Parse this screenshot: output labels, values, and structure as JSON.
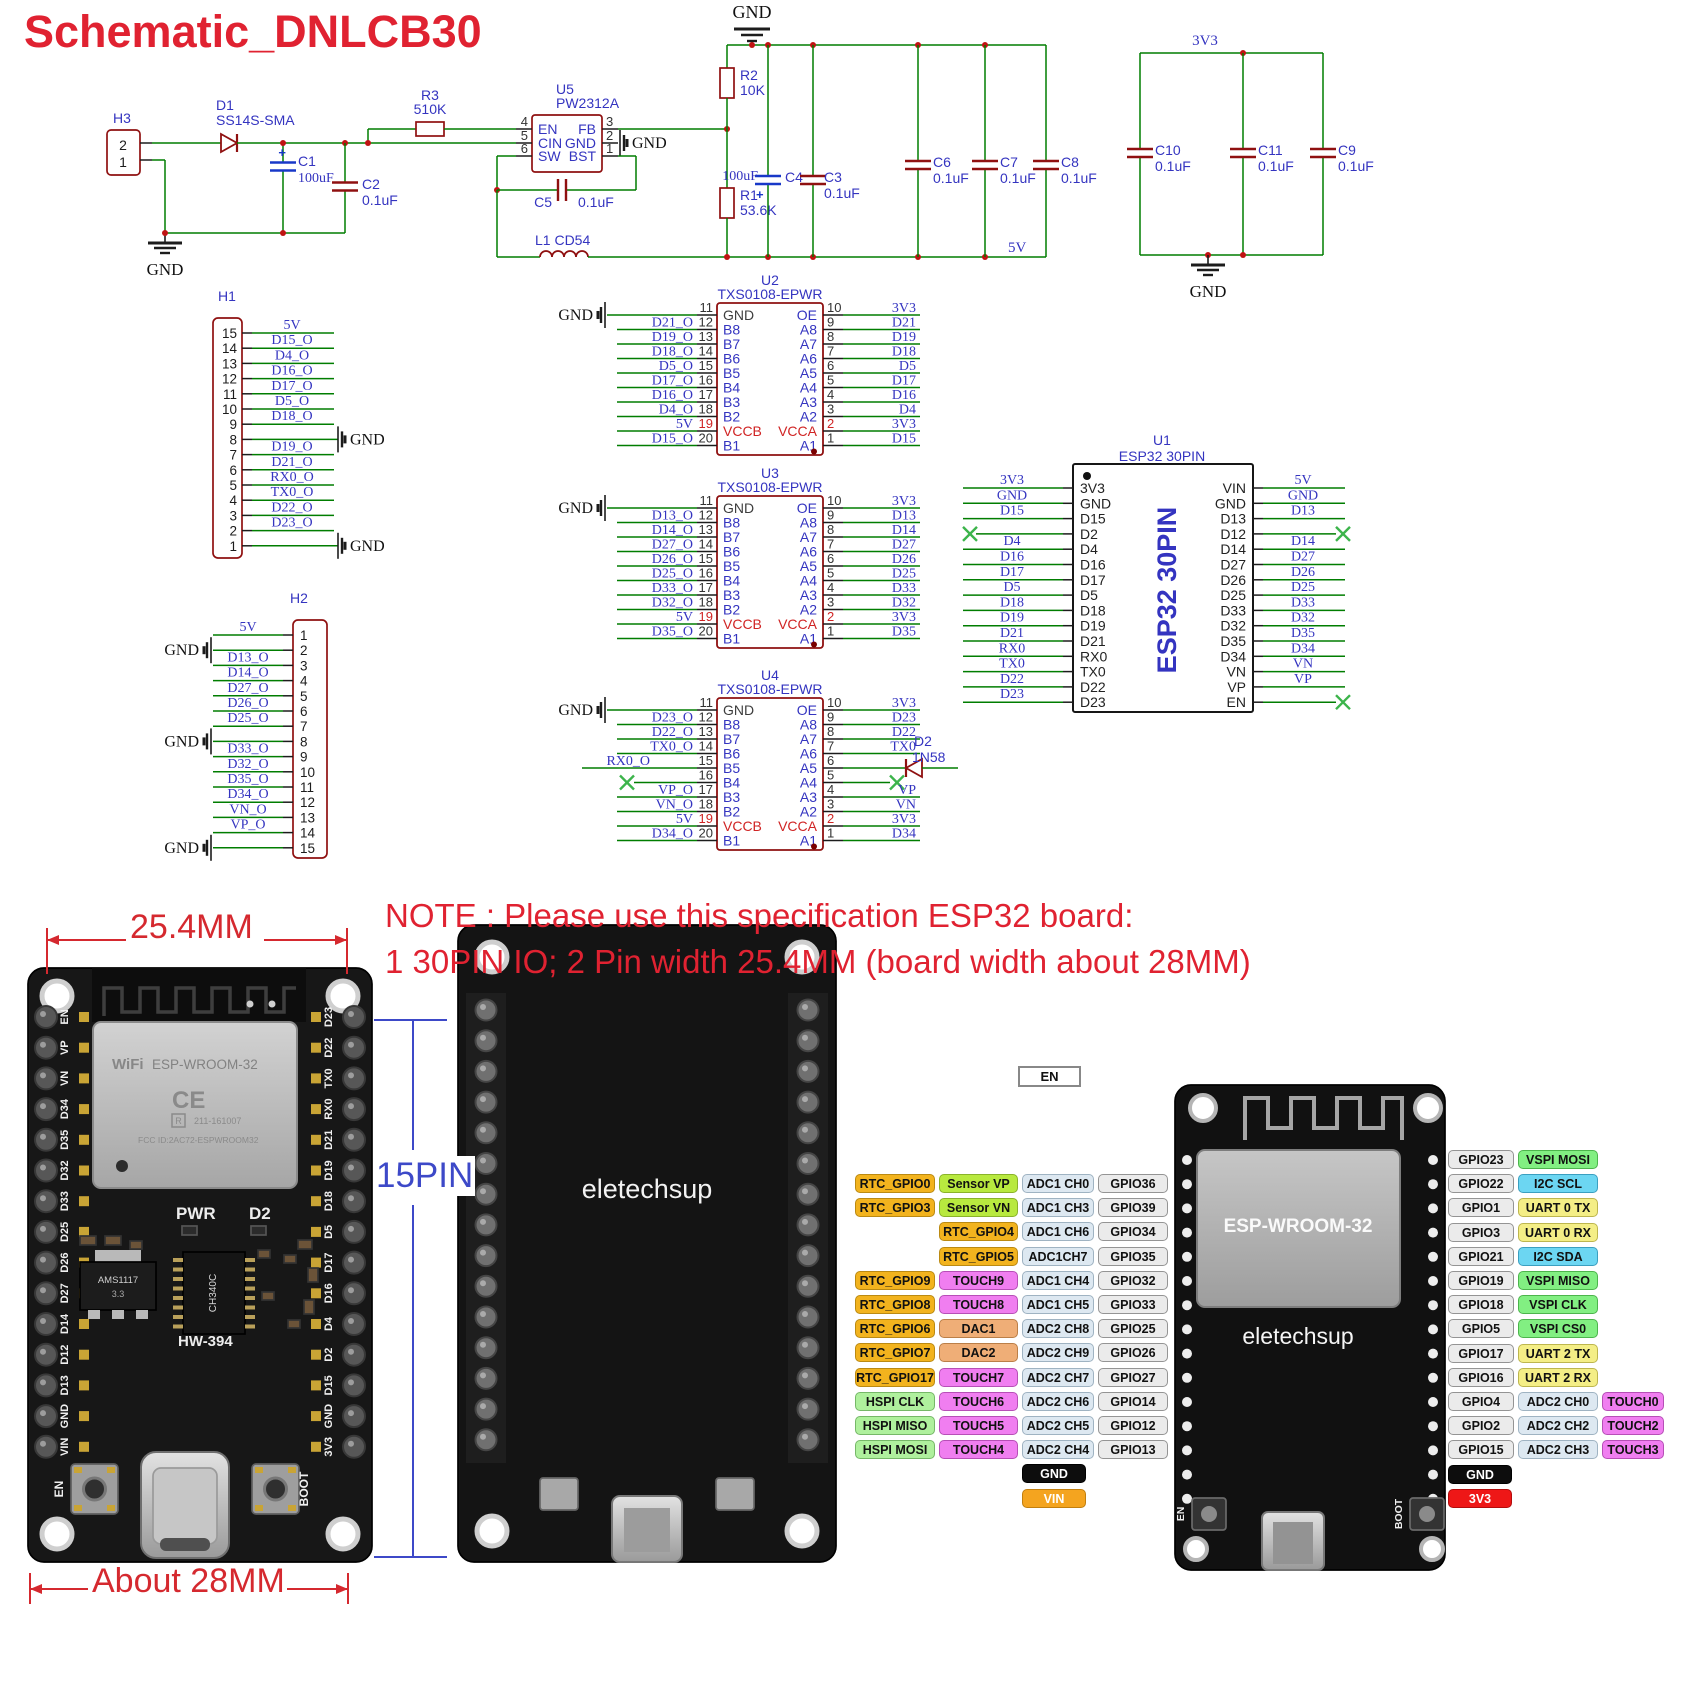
{
  "title": "Schematic_DNLCB30",
  "note": {
    "line1": "NOTE : Please use this specification ESP32 board:",
    "line2": "1 30PIN IO; 2 Pin width 25.4MM (board width about 28MM)"
  },
  "colors": {
    "accent_red": "#e02231",
    "wire_green": "#007d00",
    "component_red": "#8f1010",
    "net_blue": "#3434c0",
    "pin_red": "#d02424",
    "nc_green": "#3cb44b"
  },
  "schematic": {
    "gnd": "GND",
    "plus": "+",
    "power": {
      "h3": {
        "ref": "H3",
        "pin2": "2",
        "pin1": "1"
      },
      "d1_ref": "D1",
      "d1_val": "SS14S-SMA",
      "c1_ref": "C1",
      "c1_val": "100uF",
      "c2_ref": "C2",
      "c2_val": "0.1uF",
      "r3_ref": "R3",
      "r3_val": "510K",
      "u5": {
        "ref": "U5",
        "part": "PW2312A",
        "left": [
          [
            "4",
            "EN"
          ],
          [
            "5",
            "CIN"
          ],
          [
            "6",
            "SW"
          ]
        ],
        "right": [
          [
            "3",
            "FB"
          ],
          [
            "2",
            "GND"
          ],
          [
            "1",
            "BST"
          ]
        ]
      },
      "c5_ref": "C5",
      "c5_val": "0.1uF",
      "l1": "L1  CD54",
      "r2_ref": "R2",
      "r2_val": "10K",
      "r1_ref": "R1",
      "r1_val": "53.6K",
      "c4_ref": "C4",
      "c4_val": "100uF",
      "c3_ref": "C3",
      "c3_val": "0.1uF",
      "c6_ref": "C6",
      "c6_val": "0.1uF",
      "c7_ref": "C7",
      "c7_val": "0.1uF",
      "c8_ref": "C8",
      "c8_val": "0.1uF",
      "rail_5v": "5V",
      "v33_net": "3V3",
      "c10_ref": "C10",
      "c10_val": "0.1uF",
      "c11_ref": "C11",
      "c11_val": "0.1uF",
      "c9_ref": "C9",
      "c9_val": "0.1uF"
    },
    "h1": {
      "ref": "H1",
      "rows": [
        [
          "15",
          "5V"
        ],
        [
          "14",
          "D15_O"
        ],
        [
          "13",
          "D4_O"
        ],
        [
          "12",
          "D16_O"
        ],
        [
          "11",
          "D17_O"
        ],
        [
          "10",
          "D5_O"
        ],
        [
          "9",
          "D18_O"
        ],
        [
          "8",
          "GND"
        ],
        [
          "7",
          "D19_O"
        ],
        [
          "6",
          "D21_O"
        ],
        [
          "5",
          "RX0_O"
        ],
        [
          "4",
          "TX0_O"
        ],
        [
          "3",
          "D22_O"
        ],
        [
          "2",
          "D23_O"
        ],
        [
          "1",
          "GND"
        ]
      ]
    },
    "h2": {
      "ref": "H2",
      "rows": [
        [
          "1",
          "5V"
        ],
        [
          "2",
          "GND"
        ],
        [
          "3",
          "D13_O"
        ],
        [
          "4",
          "D14_O"
        ],
        [
          "5",
          "D27_O"
        ],
        [
          "6",
          "D26_O"
        ],
        [
          "7",
          "D25_O"
        ],
        [
          "8",
          "GND"
        ],
        [
          "9",
          "D33_O"
        ],
        [
          "10",
          "D32_O"
        ],
        [
          "11",
          "D35_O"
        ],
        [
          "12",
          "D34_O"
        ],
        [
          "13",
          "VN_O"
        ],
        [
          "14",
          "VP_O"
        ],
        [
          "15",
          "GND"
        ]
      ]
    },
    "u2": {
      "ref": "U2",
      "part": "TXS0108-EPWR",
      "left": [
        [
          "11",
          "GND",
          "GND",
          "gnd"
        ],
        [
          "12",
          "B8",
          "D21_O",
          "net"
        ],
        [
          "13",
          "B7",
          "D19_O",
          "net"
        ],
        [
          "14",
          "B6",
          "D18_O",
          "net"
        ],
        [
          "15",
          "B5",
          "D5_O",
          "net"
        ],
        [
          "16",
          "B4",
          "D17_O",
          "net"
        ],
        [
          "17",
          "B3",
          "D16_O",
          "net"
        ],
        [
          "18",
          "B2",
          "D4_O",
          "net"
        ],
        [
          "19",
          "VCCB",
          "5V",
          "net"
        ],
        [
          "20",
          "B1",
          "D15_O",
          "net"
        ]
      ],
      "right": [
        [
          "10",
          "OE",
          "3V3",
          "net"
        ],
        [
          "9",
          "A8",
          "D21",
          "net"
        ],
        [
          "8",
          "A7",
          "D19",
          "net"
        ],
        [
          "7",
          "A6",
          "D18",
          "net"
        ],
        [
          "6",
          "A5",
          "D5",
          "net"
        ],
        [
          "5",
          "A4",
          "D17",
          "net"
        ],
        [
          "4",
          "A3",
          "D16",
          "net"
        ],
        [
          "3",
          "A2",
          "D4",
          "net"
        ],
        [
          "2",
          "VCCA",
          "3V3",
          "net"
        ],
        [
          "1",
          "A1",
          "D15",
          "net"
        ]
      ]
    },
    "u3": {
      "ref": "U3",
      "part": "TXS0108-EPWR",
      "left": [
        [
          "11",
          "GND",
          "GND",
          "gnd"
        ],
        [
          "12",
          "B8",
          "D13_O",
          "net"
        ],
        [
          "13",
          "B7",
          "D14_O",
          "net"
        ],
        [
          "14",
          "B6",
          "D27_O",
          "net"
        ],
        [
          "15",
          "B5",
          "D26_O",
          "net"
        ],
        [
          "16",
          "B4",
          "D25_O",
          "net"
        ],
        [
          "17",
          "B3",
          "D33_O",
          "net"
        ],
        [
          "18",
          "B2",
          "D32_O",
          "net"
        ],
        [
          "19",
          "VCCB",
          "5V",
          "net"
        ],
        [
          "20",
          "B1",
          "D35_O",
          "net"
        ]
      ],
      "right": [
        [
          "10",
          "OE",
          "3V3",
          "net"
        ],
        [
          "9",
          "A8",
          "D13",
          "net"
        ],
        [
          "8",
          "A7",
          "D14",
          "net"
        ],
        [
          "7",
          "A6",
          "D27",
          "net"
        ],
        [
          "6",
          "A5",
          "D26",
          "net"
        ],
        [
          "5",
          "A4",
          "D25",
          "net"
        ],
        [
          "4",
          "A3",
          "D33",
          "net"
        ],
        [
          "3",
          "A2",
          "D32",
          "net"
        ],
        [
          "2",
          "VCCA",
          "3V3",
          "net"
        ],
        [
          "1",
          "A1",
          "D35",
          "net"
        ]
      ]
    },
    "u4": {
      "ref": "U4",
      "part": "TXS0108-EPWR",
      "left": [
        [
          "11",
          "GND",
          "GND",
          "gnd"
        ],
        [
          "12",
          "B8",
          "D23_O",
          "net"
        ],
        [
          "13",
          "B7",
          "D22_O",
          "net"
        ],
        [
          "14",
          "B6",
          "TX0_O",
          "net"
        ],
        [
          "15",
          "B5",
          "RX0_O",
          "long"
        ],
        [
          "16",
          "B4",
          "",
          "x"
        ],
        [
          "17",
          "B3",
          "VP_O",
          "net"
        ],
        [
          "18",
          "B2",
          "VN_O",
          "net"
        ],
        [
          "19",
          "VCCB",
          "5V",
          "net"
        ],
        [
          "20",
          "B1",
          "D34_O",
          "net"
        ]
      ],
      "right": [
        [
          "10",
          "OE",
          "3V3",
          "net"
        ],
        [
          "9",
          "A8",
          "D23",
          "net"
        ],
        [
          "8",
          "A7",
          "D22",
          "net"
        ],
        [
          "7",
          "A6",
          "TX0",
          "net"
        ],
        [
          "6",
          "A5",
          "",
          "diode"
        ],
        [
          "5",
          "A4",
          "",
          "x"
        ],
        [
          "4",
          "A3",
          "VP",
          "net"
        ],
        [
          "3",
          "A2",
          "VN",
          "net"
        ],
        [
          "2",
          "VCCA",
          "3V3",
          "net"
        ],
        [
          "1",
          "A1",
          "D34",
          "net"
        ]
      ]
    },
    "d2": {
      "ref": "D2",
      "val": "1N58"
    },
    "u1": {
      "ref": "U1",
      "part": "ESP32 30PIN",
      "body": "ESP32 30PIN",
      "left": [
        [
          "3V3",
          "3V3",
          "net"
        ],
        [
          "GND",
          "GND",
          "net"
        ],
        [
          "D15",
          "D15",
          "net"
        ],
        [
          "D2",
          "",
          "x"
        ],
        [
          "D4",
          "D4",
          "net"
        ],
        [
          "D16",
          "D16",
          "net"
        ],
        [
          "D17",
          "D17",
          "net"
        ],
        [
          "D5",
          "D5",
          "net"
        ],
        [
          "D18",
          "D18",
          "net"
        ],
        [
          "D19",
          "D19",
          "net"
        ],
        [
          "D21",
          "D21",
          "net"
        ],
        [
          "RX0",
          "RX0",
          "net"
        ],
        [
          "TX0",
          "TX0",
          "net"
        ],
        [
          "D22",
          "D22",
          "net"
        ],
        [
          "D23",
          "D23",
          "net"
        ]
      ],
      "right": [
        [
          "VIN",
          "5V",
          "net"
        ],
        [
          "GND",
          "GND",
          "net"
        ],
        [
          "D13",
          "D13",
          "net"
        ],
        [
          "D12",
          "",
          "x"
        ],
        [
          "D14",
          "D14",
          "net"
        ],
        [
          "D27",
          "D27",
          "net"
        ],
        [
          "D26",
          "D26",
          "net"
        ],
        [
          "D25",
          "D25",
          "net"
        ],
        [
          "D33",
          "D33",
          "net"
        ],
        [
          "D32",
          "D32",
          "net"
        ],
        [
          "D35",
          "D35",
          "net"
        ],
        [
          "D34",
          "D34",
          "net"
        ],
        [
          "VN",
          "VN",
          "net"
        ],
        [
          "VP",
          "VP",
          "net"
        ],
        [
          "EN",
          "",
          "x"
        ]
      ]
    }
  },
  "photo_front": {
    "dim_top": "25.4MM",
    "dim_bottom": "About 28MM",
    "pin_label": "15PIN",
    "left_pins_ttb": [
      "EN",
      "VP",
      "VN",
      "D34",
      "D35",
      "D32",
      "D33",
      "D25",
      "D26",
      "D27",
      "D14",
      "D12",
      "D13",
      "GND",
      "VIN"
    ],
    "right_pins_ttb": [
      "D23",
      "D22",
      "TX0",
      "RX0",
      "D21",
      "D19",
      "D18",
      "D5",
      "D17",
      "D16",
      "D4",
      "D2",
      "D15",
      "GND",
      "3V3"
    ],
    "texts": {
      "wifi": "WiFi",
      "module": "ESP-WROOM-32",
      "ce": "CE",
      "r": "R",
      "cert": "211-161007",
      "fcc": "FCC ID:2AC72-ESPWROOM32",
      "pwr": "PWR",
      "d2": "D2",
      "reg": "AMS1117",
      "reg2": "3.3",
      "usb_chip": "CH340C",
      "model": "HW-394",
      "en": "EN",
      "boot": "BOOT"
    }
  },
  "photo_back": {
    "brand": "eletechsup"
  },
  "pinout": {
    "en": "EN",
    "board": {
      "module": "ESP-WROOM-32",
      "brand": "eletechsup",
      "en": "EN",
      "boot": "BOOT"
    },
    "left_rows": [
      [
        {
          "t": "RTC_GPIO0",
          "c": "gold"
        },
        {
          "t": "Sensor VP",
          "c": "lime"
        },
        {
          "t": "ADC1 CH0",
          "c": "adc"
        },
        {
          "t": "GPIO36",
          "c": "gpio"
        }
      ],
      [
        {
          "t": "RTC_GPIO3",
          "c": "gold"
        },
        {
          "t": "Sensor VN",
          "c": "lime"
        },
        {
          "t": "ADC1 CH3",
          "c": "adc"
        },
        {
          "t": "GPIO39",
          "c": "gpio"
        }
      ],
      [
        null,
        {
          "t": "RTC_GPIO4",
          "c": "gold"
        },
        {
          "t": "ADC1 CH6",
          "c": "adc"
        },
        {
          "t": "GPIO34",
          "c": "gpio"
        }
      ],
      [
        null,
        {
          "t": "RTC_GPIO5",
          "c": "gold"
        },
        {
          "t": "ADC1CH7",
          "c": "adc"
        },
        {
          "t": "GPIO35",
          "c": "gpio"
        }
      ],
      [
        {
          "t": "RTC_GPIO9",
          "c": "gold"
        },
        {
          "t": "TOUCH9",
          "c": "touch"
        },
        {
          "t": "ADC1 CH4",
          "c": "adc"
        },
        {
          "t": "GPIO32",
          "c": "gpio"
        }
      ],
      [
        {
          "t": "RTC_GPIO8",
          "c": "gold"
        },
        {
          "t": "TOUCH8",
          "c": "touch"
        },
        {
          "t": "ADC1 CH5",
          "c": "adc"
        },
        {
          "t": "GPIO33",
          "c": "gpio"
        }
      ],
      [
        {
          "t": "RTC_GPIO6",
          "c": "gold"
        },
        {
          "t": "DAC1",
          "c": "dac"
        },
        {
          "t": "ADC2 CH8",
          "c": "adc"
        },
        {
          "t": "GPIO25",
          "c": "gpio"
        }
      ],
      [
        {
          "t": "RTC_GPIO7",
          "c": "gold"
        },
        {
          "t": "DAC2",
          "c": "dac"
        },
        {
          "t": "ADC2 CH9",
          "c": "adc"
        },
        {
          "t": "GPIO26",
          "c": "gpio"
        }
      ],
      [
        {
          "t": "RTC_GPIO17",
          "c": "gold"
        },
        {
          "t": "TOUCH7",
          "c": "touch"
        },
        {
          "t": "ADC2 CH7",
          "c": "adc"
        },
        {
          "t": "GPIO27",
          "c": "gpio"
        }
      ],
      [
        {
          "t": "HSPI CLK",
          "c": "hspi"
        },
        {
          "t": "TOUCH6",
          "c": "touch"
        },
        {
          "t": "ADC2 CH6",
          "c": "adc"
        },
        {
          "t": "GPIO14",
          "c": "gpio"
        }
      ],
      [
        {
          "t": "HSPI MISO",
          "c": "hspi"
        },
        {
          "t": "TOUCH5",
          "c": "touch"
        },
        {
          "t": "ADC2 CH5",
          "c": "adc"
        },
        {
          "t": "GPIO12",
          "c": "gpio"
        }
      ],
      [
        {
          "t": "HSPI MOSI",
          "c": "hspi"
        },
        {
          "t": "TOUCH4",
          "c": "touch"
        },
        {
          "t": "ADC2 CH4",
          "c": "adc"
        },
        {
          "t": "GPIO13",
          "c": "gpio"
        }
      ]
    ],
    "left_bottom": [
      {
        "t": "GND",
        "c": "gnd"
      },
      {
        "t": "VIN",
        "c": "vin"
      }
    ],
    "right_rows": [
      [
        {
          "t": "GPIO23",
          "c": "gpio"
        },
        {
          "t": "VSPI MOSI",
          "c": "vspi"
        }
      ],
      [
        {
          "t": "GPIO22",
          "c": "gpio"
        },
        {
          "t": "I2C SCL",
          "c": "i2c"
        }
      ],
      [
        {
          "t": "GPIO1",
          "c": "gpio"
        },
        {
          "t": "UART 0 TX",
          "c": "uart"
        }
      ],
      [
        {
          "t": "GPIO3",
          "c": "gpio"
        },
        {
          "t": "UART 0 RX",
          "c": "uart"
        }
      ],
      [
        {
          "t": "GPIO21",
          "c": "gpio"
        },
        {
          "t": "I2C SDA",
          "c": "i2c"
        }
      ],
      [
        {
          "t": "GPIO19",
          "c": "gpio"
        },
        {
          "t": "VSPI MISO",
          "c": "vspi"
        }
      ],
      [
        {
          "t": "GPIO18",
          "c": "gpio"
        },
        {
          "t": "VSPI CLK",
          "c": "vspi"
        }
      ],
      [
        {
          "t": "GPIO5",
          "c": "gpio"
        },
        {
          "t": "VSPI CS0",
          "c": "vspi"
        }
      ],
      [
        {
          "t": "GPIO17",
          "c": "gpio"
        },
        {
          "t": "UART 2 TX",
          "c": "uart"
        }
      ],
      [
        {
          "t": "GPIO16",
          "c": "gpio"
        },
        {
          "t": "UART 2 RX",
          "c": "uart"
        }
      ],
      [
        {
          "t": "GPIO4",
          "c": "gpio"
        },
        {
          "t": "ADC2 CH0",
          "c": "adc"
        },
        {
          "t": "TOUCH0",
          "c": "touch"
        }
      ],
      [
        {
          "t": "GPIO2",
          "c": "gpio"
        },
        {
          "t": "ADC2 CH2",
          "c": "adc"
        },
        {
          "t": "TOUCH2",
          "c": "touch"
        }
      ],
      [
        {
          "t": "GPIO15",
          "c": "gpio"
        },
        {
          "t": "ADC2 CH3",
          "c": "adc"
        },
        {
          "t": "TOUCH3",
          "c": "touch"
        }
      ]
    ],
    "right_bottom": [
      {
        "t": "GND",
        "c": "gnd"
      },
      {
        "t": "3V3",
        "c": "v33"
      }
    ]
  }
}
